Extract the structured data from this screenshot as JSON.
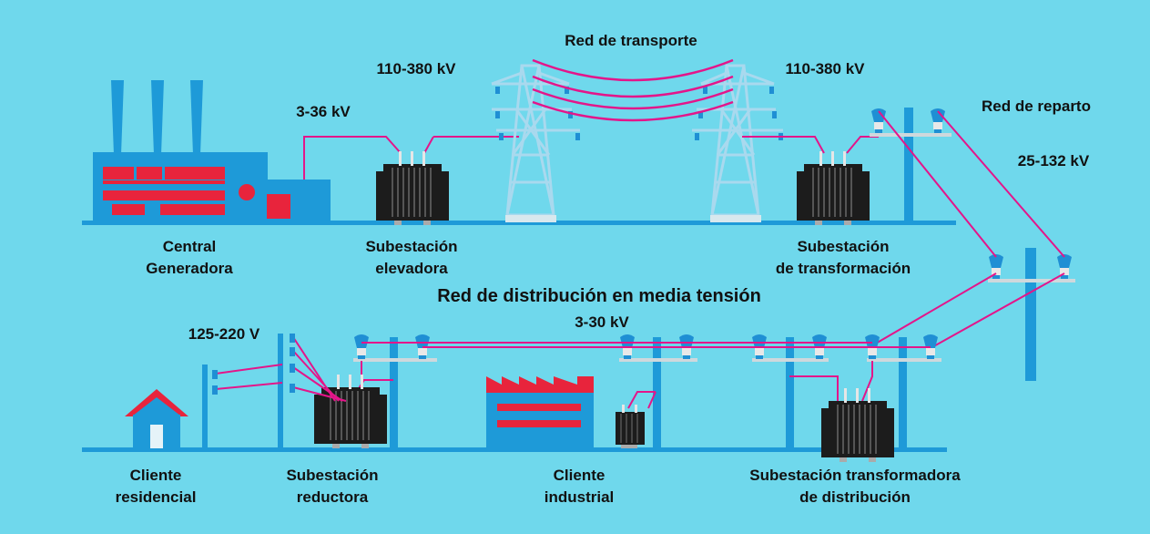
{
  "colors": {
    "background": "#6fd8ec",
    "blue": "#1e9ad8",
    "red": "#e8243c",
    "wire": "#e4158a",
    "transformer": "#1c1c1c",
    "tower": "#a9d9ee",
    "insulator": "#1f8fd4"
  },
  "labels": {
    "red_transporte": "Red de transporte",
    "v_110_380_left": "110-380 kV",
    "v_110_380_right": "110-380 kV",
    "v_3_36": "3-36 kV",
    "red_reparto": "Red de reparto",
    "v_25_132": "25-132 kV",
    "central_generadora": [
      "Central",
      "Generadora"
    ],
    "subestacion_elevadora": [
      "Subestación",
      "elevadora"
    ],
    "subestacion_transformacion": [
      "Subestación",
      "de transformación"
    ],
    "red_distribucion": "Red de distribución en media tensión",
    "v_3_30": "3-30 kV",
    "v_125_220": "125-220 V",
    "cliente_residencial": [
      "Cliente",
      "residencial"
    ],
    "subestacion_reductora": [
      "Subestación",
      "reductora"
    ],
    "cliente_industrial": [
      "Cliente",
      "industrial"
    ],
    "subestacion_distribucion": [
      "Subestación transformadora",
      "de distribución"
    ]
  }
}
